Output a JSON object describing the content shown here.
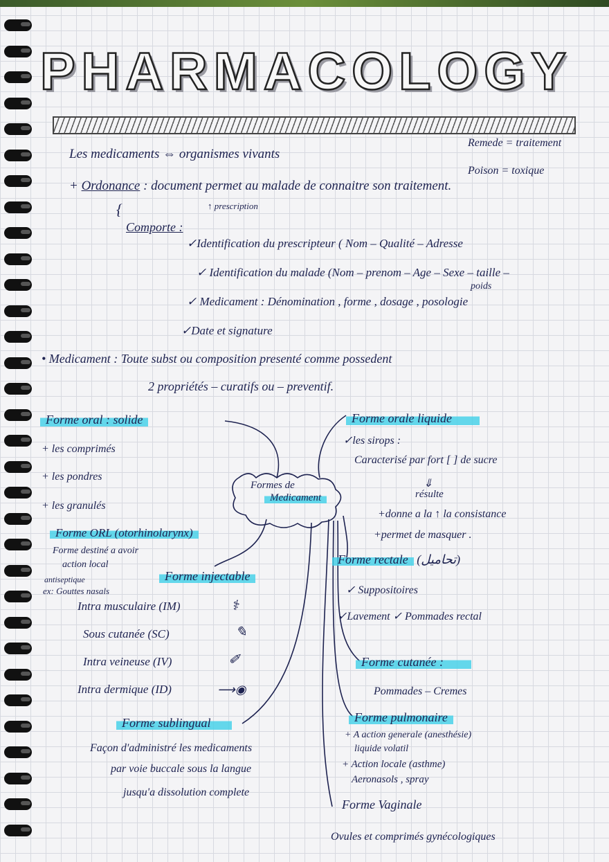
{
  "title": "PHARMACOLOGY",
  "intro": {
    "line": "Les medicaments ⇔ organismes vivants",
    "side_notes": [
      "Remede = traitement",
      "Poison = toxique"
    ]
  },
  "ordonnance": {
    "term": "Ordonance",
    "definition": ": document permet au malade de connaitre son traitement.",
    "annotation": "prescription",
    "comporte_label": "Comporte :",
    "items": [
      "✓Identification du prescripteur ( Nom – Qualité – Adresse",
      "✓ Identification du malade (Nom – prenom – Age – Sexe – taille –",
      "✓ Medicament : Dénomination , forme , dosage , posologie",
      "✓Date et signature"
    ],
    "poids_note": "poids"
  },
  "medicament": {
    "line1": "• Medicament : Toute subst ou composition presenté comme possedent",
    "line2": "2 propriétés  – curatifs ou – preventif."
  },
  "mindmap": {
    "center": [
      "Formes de",
      "Medicament"
    ],
    "oral_solide": {
      "title": "Forme oral : solide",
      "items": [
        "+ les comprimés",
        "+ les pondres",
        "+ les granulés"
      ]
    },
    "oral_liquide": {
      "title": "Forme orale liquide",
      "items": [
        "✓les sirops :",
        "Caracterisé par fort [ ] de sucre",
        "⇓",
        "résulte",
        "+donne a la ↑ la consistance",
        "+permet de masquer ."
      ]
    },
    "orl": {
      "title": "Forme ORL (otorhinolarynx)",
      "items": [
        "Forme destiné a avoir",
        "action local",
        "antiseptique",
        "ex: Gouttes nasals"
      ]
    },
    "injectable": {
      "title": "Forme injectable",
      "items": [
        "Intra musculaire (IM)",
        "Sous cutanée (SC)",
        "Intra veineuse (IV)",
        "Intra dermique (ID)"
      ]
    },
    "rectale": {
      "title": "Forme rectale",
      "arabic": "(تحاميل)",
      "items": [
        "✓ Suppositoires",
        "✓Lavement  ✓ Pommades rectal"
      ]
    },
    "cutanee": {
      "title": "Forme cutanée :",
      "items": [
        "Pommades – Cremes"
      ]
    },
    "sublingual": {
      "title": "Forme sublingual",
      "items": [
        "Façon d'administré les medicaments",
        "par voie buccale sous la langue",
        "jusqu'a dissolution complete"
      ]
    },
    "pulmonaire": {
      "title": "Forme pulmonaire",
      "items": [
        "+ A action generale (anesthésie)",
        "liquide volatil",
        "+ Action locale (asthme)",
        "Aeronasols , spray"
      ]
    },
    "vaginale": {
      "title": "Forme Vaginale",
      "items": [
        "Ovules et comprimés gynécologiques"
      ]
    }
  },
  "colors": {
    "ink": "#1d2250",
    "highlight": "#3fd0e8",
    "grid": "#d7d9e0"
  }
}
